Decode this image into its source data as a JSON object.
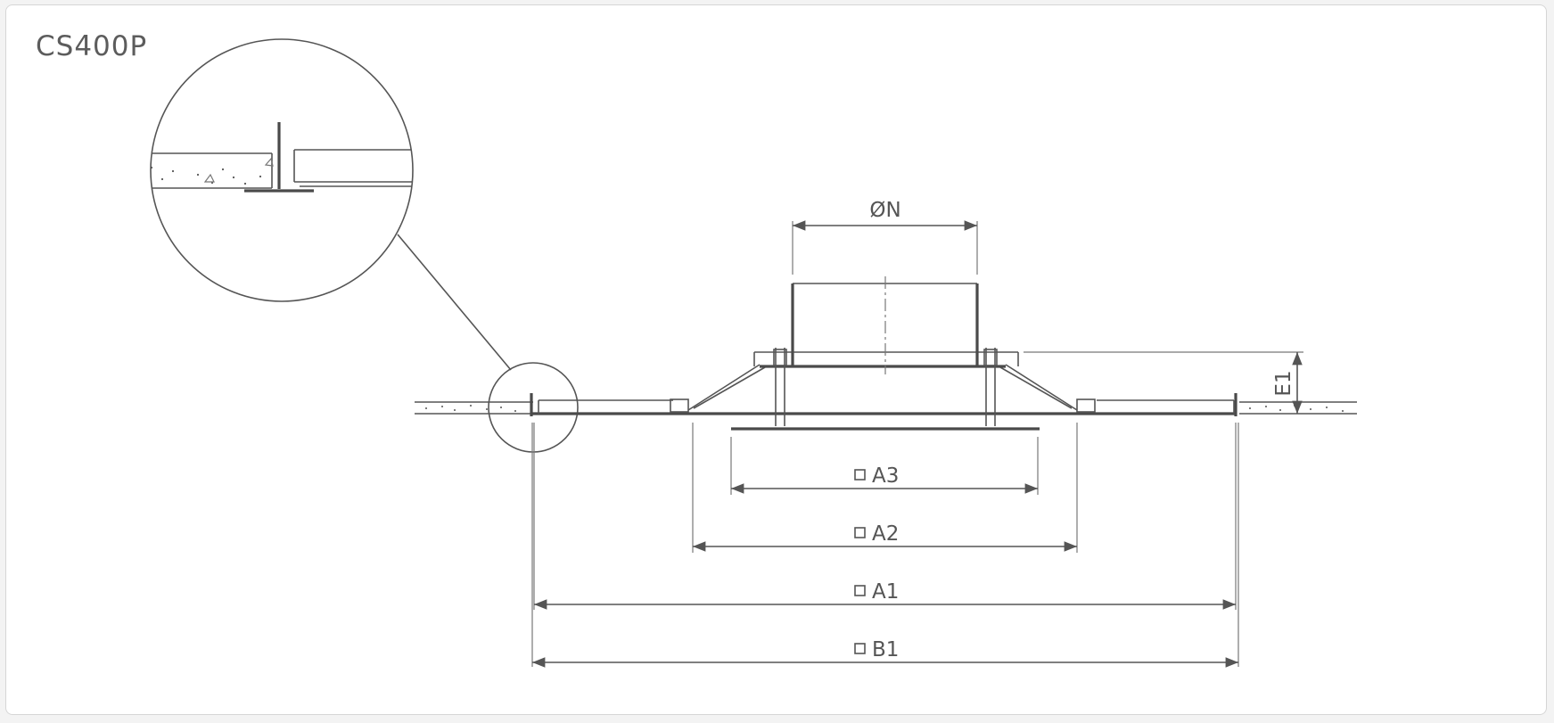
{
  "title": "CS400P",
  "dimensions": {
    "diameter": "ØN",
    "e1": "E1",
    "a3": "A3",
    "a2": "A2",
    "a1": "A1",
    "b1": "B1"
  },
  "colors": {
    "line": "#555555",
    "text": "#5c5c5c",
    "background": "#ffffff",
    "card_border": "#d6d6d6"
  }
}
